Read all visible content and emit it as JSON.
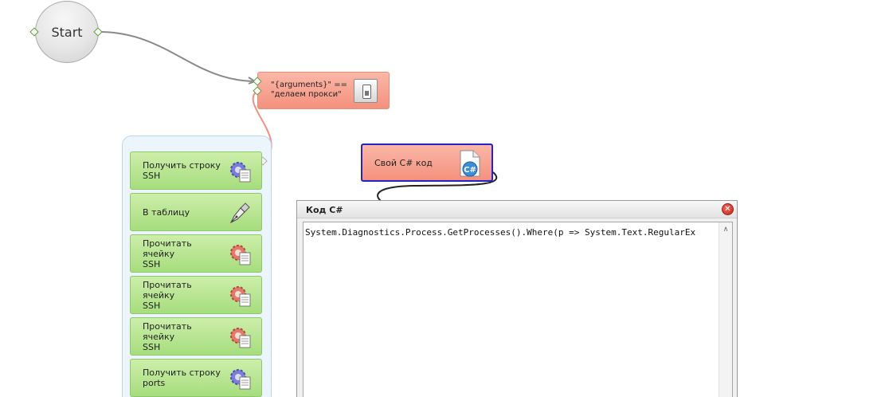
{
  "start": {
    "label": "Start"
  },
  "condition": {
    "line1": "\"{arguments}\" ==",
    "line2": "\"делаем прокси\"",
    "icon": "switch-icon"
  },
  "group": {
    "actions": [
      {
        "line1": "Получить строку",
        "line2": "SSH",
        "icon": "gear-blue-doc-icon"
      },
      {
        "line1": "В таблицу",
        "line2": "",
        "icon": "pen-nib-icon"
      },
      {
        "line1": "Прочитать ячейку",
        "line2": "SSH",
        "icon": "gear-red-doc-icon"
      },
      {
        "line1": "Прочитать ячейку",
        "line2": "SSH",
        "icon": "gear-red-doc-icon"
      },
      {
        "line1": "Прочитать ячейку",
        "line2": "SSH",
        "icon": "gear-red-doc-icon"
      },
      {
        "line1": "Получить строку",
        "line2": "ports",
        "icon": "gear-blue-doc-icon"
      }
    ]
  },
  "csharp_node": {
    "label": "Свой C# код",
    "icon": "csharp-file-icon"
  },
  "code_panel": {
    "title": "Код C#",
    "code": "System.Diagnostics.Process.GetProcesses().Where(p => System.Text.RegularEx",
    "close_icon": "close-icon",
    "scroll_up": "∧"
  },
  "colors": {
    "action_green": "#a6dd7d",
    "condition_red": "#f4917d",
    "selected_border": "#2323c8",
    "group_bg": "#edf5fc"
  }
}
